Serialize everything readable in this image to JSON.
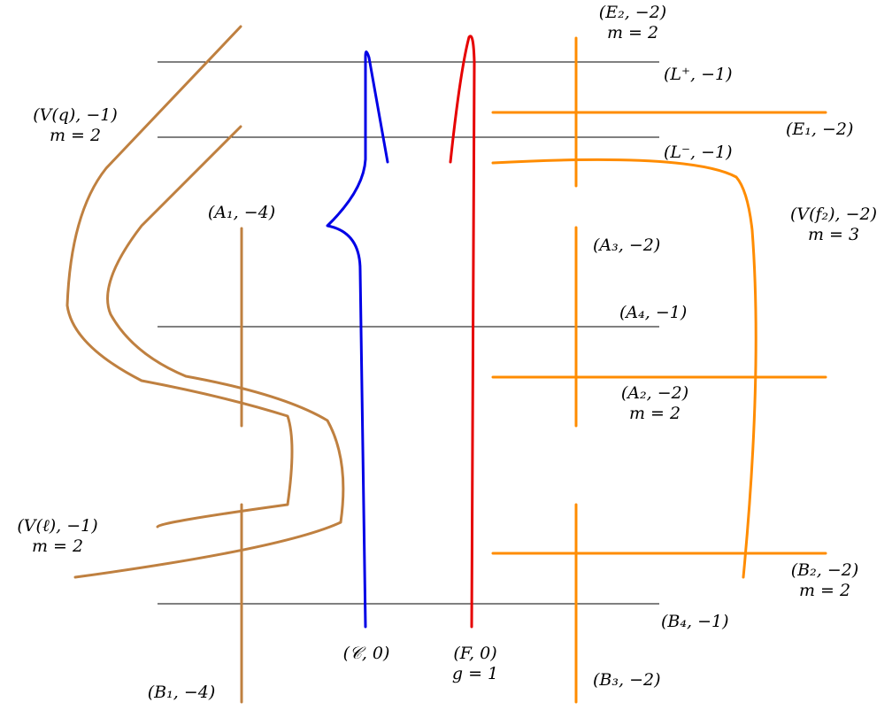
{
  "colors": {
    "brown": "#bf8040",
    "orange": "#ff8c00",
    "blue": "#0000e6",
    "red": "#e60000",
    "black": "#000000"
  },
  "labels": {
    "E2": {
      "name": "(E₂, −2)",
      "mult": "m = 2"
    },
    "L_plus": {
      "name": "(L⁺, −1)"
    },
    "Vq": {
      "name": "(V(q), −1)",
      "mult": "m = 2"
    },
    "E1": {
      "name": "(E₁, −2)"
    },
    "L_minus": {
      "name": "(L⁻, −1)"
    },
    "A1": {
      "name": "(A₁, −4)"
    },
    "Vf2": {
      "name": "(V(f₂), −2)",
      "mult": "m = 3"
    },
    "A3": {
      "name": "(A₃, −2)"
    },
    "A4": {
      "name": "(A₄, −1)"
    },
    "A2": {
      "name": "(A₂, −2)",
      "mult": "m = 2"
    },
    "Vl": {
      "name": "(V(ℓ), −1)",
      "mult": "m = 2"
    },
    "B2": {
      "name": "(B₂, −2)",
      "mult": "m = 2"
    },
    "B4": {
      "name": "(B₄, −1)"
    },
    "C": {
      "name": "(𝒞, 0)"
    },
    "F": {
      "name": "(F, 0)",
      "genus": "g = 1"
    },
    "B3": {
      "name": "(B₃, −2)"
    },
    "B1": {
      "name": "(B₁, −4)"
    }
  }
}
